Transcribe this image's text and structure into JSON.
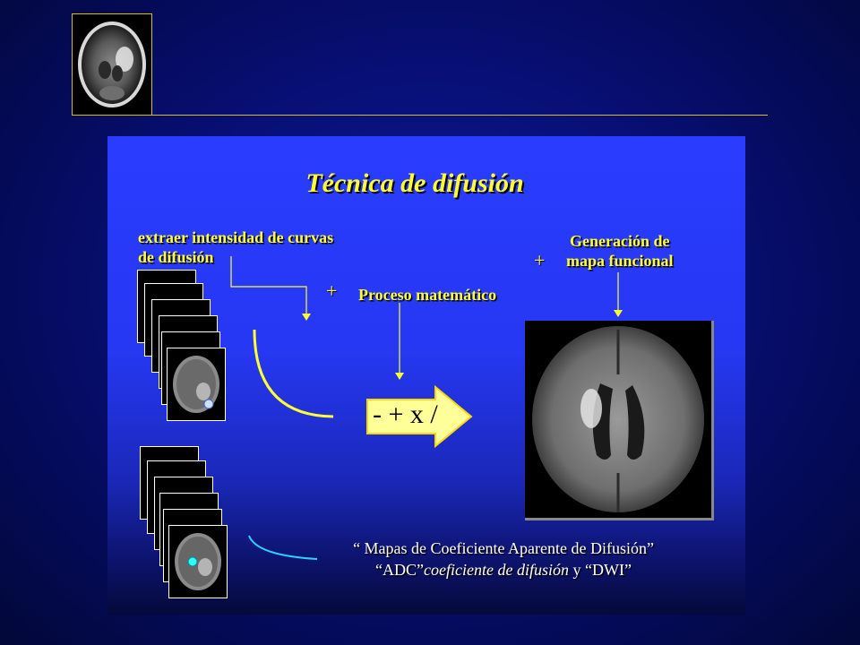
{
  "title": "Técnica de difusión",
  "labels": {
    "extract_line1": "extraer intensidad de curvas",
    "extract_line2": "de difusión",
    "process": "Proceso matemático",
    "generation_line1": "Generación de",
    "generation_line2": "mapa funcional",
    "plus": "+"
  },
  "operations": "- + x /",
  "caption": {
    "line1": "“ Mapas de Coeficiente Aparente de Difusión”",
    "line2_a": "“ADC”",
    "line2_b": "coeficiente de difusión",
    "line2_c": "y “DWI”"
  },
  "colors": {
    "accent": "#ffff33",
    "rule": "#d8c020",
    "cyan_curve": "#33ccff"
  }
}
